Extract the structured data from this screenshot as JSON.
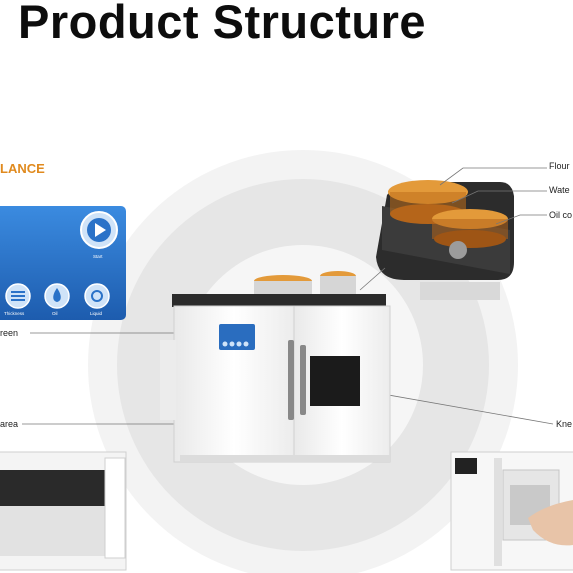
{
  "title": "Product Structure",
  "brand": "LANCE",
  "panel": {
    "start_label": "Start",
    "buttons": [
      "Thickness",
      "Oil",
      "Liquid"
    ]
  },
  "callouts": {
    "flour": "Flour",
    "water": "Wate",
    "oil": "Oil co",
    "screen": "reen",
    "area": "area",
    "knead": "Kne"
  },
  "colors": {
    "accent": "#e08a1e",
    "panel_blue": "#1f63b8",
    "lid_orange": "#e39a3a"
  }
}
